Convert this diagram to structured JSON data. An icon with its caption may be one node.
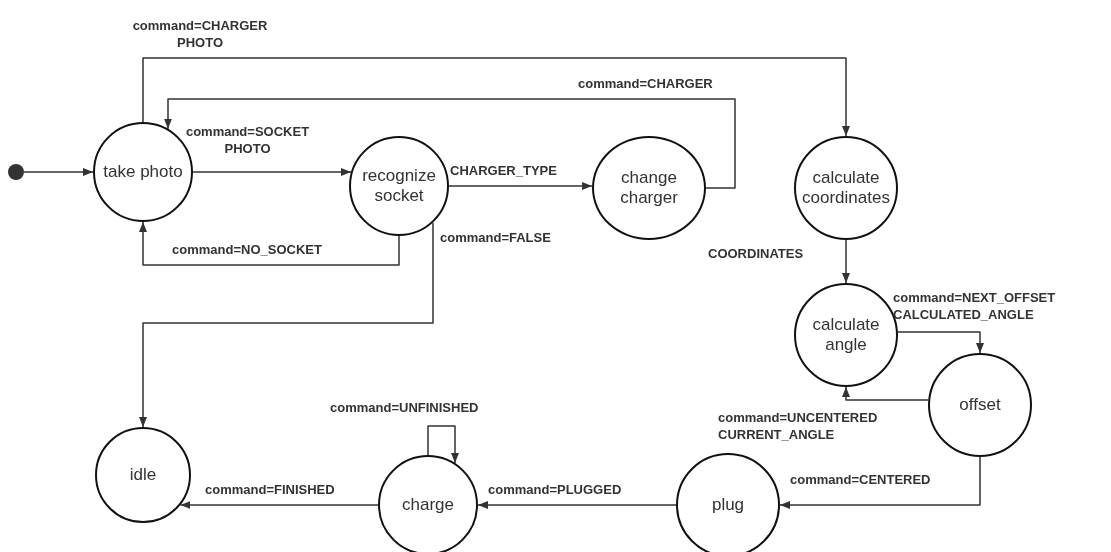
{
  "diagram": {
    "nodes": [
      {
        "text": [],
        "shape": "circle"
      },
      {
        "text": [
          "take photo"
        ]
      },
      {
        "text": [
          "recognize socket"
        ]
      },
      {
        "text": [
          "change charger"
        ]
      },
      {
        "text": [
          "calculate coordinates"
        ]
      },
      {
        "text": [
          "calculate angle"
        ]
      },
      {
        "text": [
          "offset"
        ]
      },
      {
        "text": [
          "plug"
        ]
      },
      {
        "text": [
          "charge"
        ]
      },
      {
        "text": [
          "idle"
        ]
      }
    ],
    "edges": [
      {
        "from": 0,
        "to": 1,
        "arrow": "to"
      },
      {
        "from": 1,
        "to": 4,
        "arrow": "to",
        "label": "command=CHARGER PHOTO"
      },
      {
        "from": 1,
        "to": 2,
        "arrow": "to",
        "label": "command=SOCKET PHOTO"
      },
      {
        "from": 3,
        "to": 1,
        "arrow": "to",
        "label": "command=CHARGER"
      },
      {
        "from": 2,
        "to": 3,
        "arrow": "to",
        "label": "CHARGER_TYPE"
      },
      {
        "from": 2,
        "to": 1,
        "arrow": "to",
        "label": "command=NO_SOCKET"
      },
      {
        "from": 2,
        "to": 9,
        "arrow": "to",
        "label": "command=FALSE"
      },
      {
        "from": 4,
        "to": 5,
        "arrow": "to",
        "label": "COORDINATES"
      },
      {
        "from": 5,
        "to": 6,
        "arrow": "to",
        "label": "command=NEXT_OFFSET CALCULATED_ANGLE"
      },
      {
        "from": 6,
        "to": 5,
        "arrow": "to",
        "label": "command=UNCENTERED CURRENT_ANGLE"
      },
      {
        "from": 6,
        "to": 7,
        "arrow": "to",
        "label": "command=CENTERED"
      },
      {
        "from": 7,
        "to": 8,
        "arrow": "to",
        "label": "command=PLUGGED"
      },
      {
        "from": 8,
        "to": 8,
        "arrow": "to",
        "label": "command=UNFINISHED"
      },
      {
        "from": 8,
        "to": 9,
        "arrow": "to",
        "label": "command=FINISHED"
      }
    ]
  }
}
